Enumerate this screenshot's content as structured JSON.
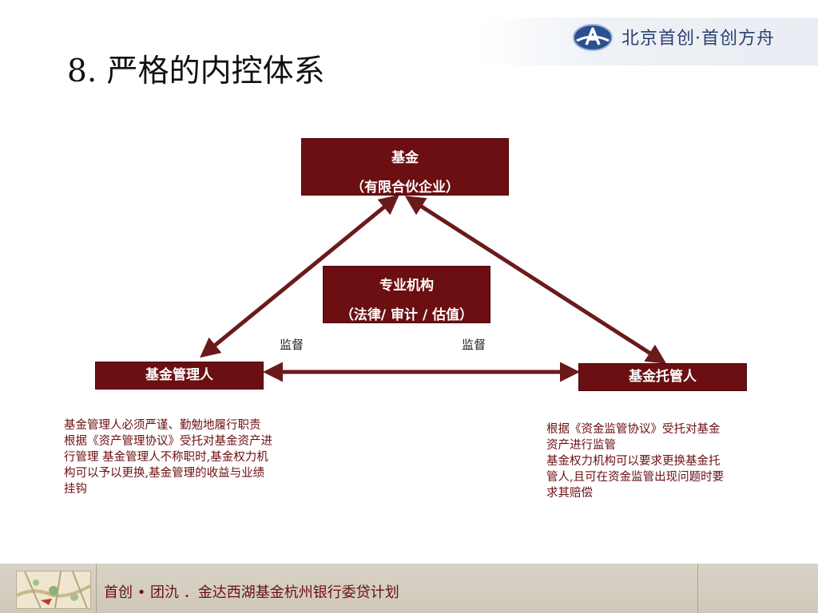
{
  "header": {
    "brand": "北京首创·首创方舟",
    "logo_icon": "首创-logo-icon",
    "title": "8. 严格的内控体系"
  },
  "diagram": {
    "fund": {
      "line1": "基金",
      "line2": "（有限合伙企业）"
    },
    "agency": {
      "line1": "专业机构",
      "line2": "（法律/ 审计 / 估值）"
    },
    "manager": {
      "label": "基金管理人"
    },
    "custodian": {
      "label": "基金托管人"
    },
    "supervise_left": "监督",
    "supervise_right": "监督",
    "manager_notes": [
      "基金管理人必须严谨、勤勉地履行职责",
      "根据《资产管理协议》受托对基金资产进",
      "行管理 基金管理人不称职时,基金权力机",
      "构可以予以更换,基金管理的收益与业绩",
      "挂钩"
    ],
    "custodian_notes": [
      "根据《资金监管协议》受托对基金",
      "资产进行监管",
      "基金权力机构可以要求更换基金托",
      "管人,且可在资金监管出现问题时要",
      "求其赔偿"
    ]
  },
  "footer": {
    "text": "首创 • 团氿 ．金达西湖基金杭州银行委贷计划",
    "thumbnail_icon": "map-thumbnail-icon"
  },
  "colors": {
    "box": "#6b0f12",
    "arrow": "#6b1a1c",
    "brand": "#2c3f73",
    "footer_bg": "#d4cdbf"
  }
}
